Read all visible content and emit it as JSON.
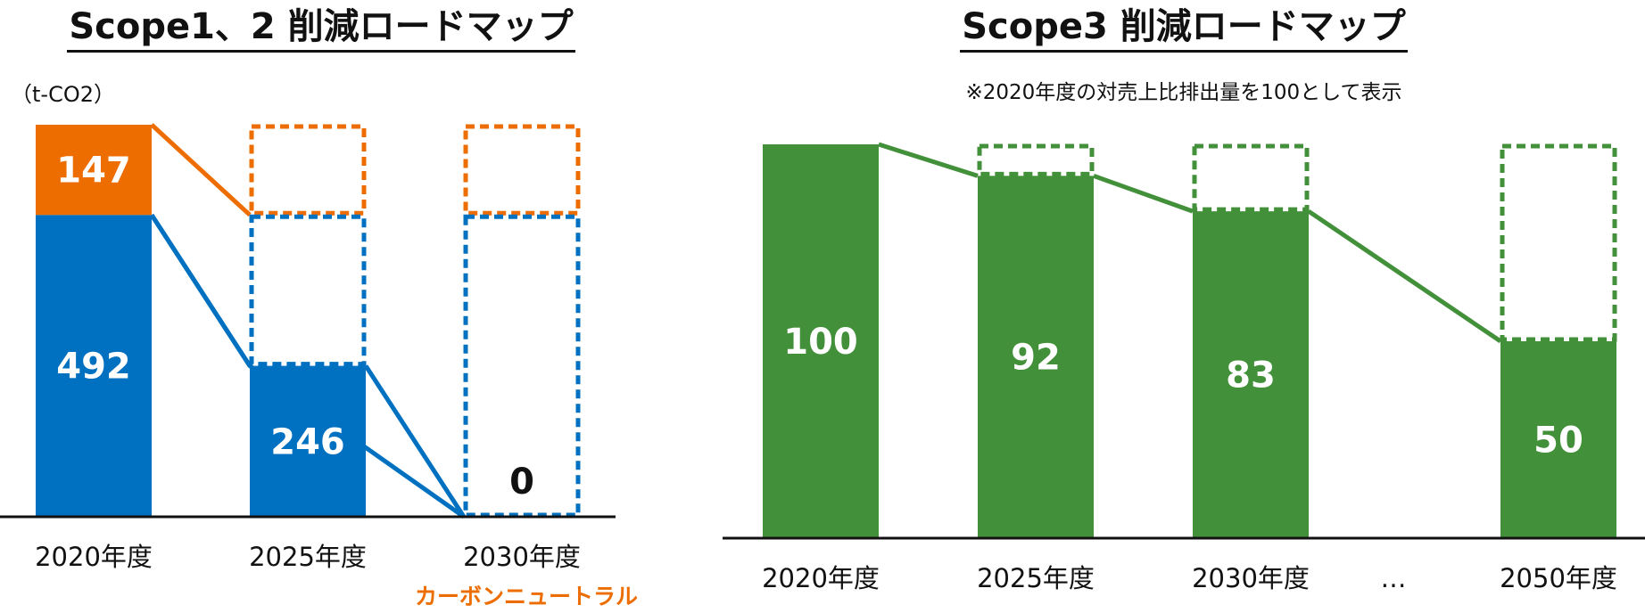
{
  "colors": {
    "scope1": "#ED6D00",
    "scope2": "#0070C0",
    "scope3": "#43903A",
    "axis": "#111111",
    "bar_text_on_fill": "#ffffff",
    "bar_text_on_empty": "#111111"
  },
  "chart_data": [
    {
      "type": "bar",
      "stacked": true,
      "title": "Scope1、2 削減ロードマップ",
      "ylabel": "（t-CO2）",
      "categories": [
        "2020年度",
        "2025年度",
        "2030年度"
      ],
      "ylim": [
        0,
        639
      ],
      "series": [
        {
          "name": "",
          "color_key": "scope2",
          "values": [
            492,
            246,
            0
          ]
        },
        {
          "name": "",
          "color_key": "scope1",
          "values": [
            147,
            0,
            0
          ]
        }
      ],
      "bar_labels": [
        "492",
        "246",
        "0"
      ],
      "scope1_label": "147",
      "annotation": "カーボンニュートラル",
      "annotation_category_index": 2
    },
    {
      "type": "bar",
      "title": "Scope3 削減ロードマップ",
      "note": "※2020年度の対売上比排出量を100として表示",
      "categories": [
        "2020年度",
        "2025年度",
        "2030年度",
        "2050年度"
      ],
      "ellipsis": "…",
      "ylim": [
        0,
        100
      ],
      "series": [
        {
          "name": "",
          "color_key": "scope3",
          "values": [
            100,
            92,
            83,
            50
          ]
        }
      ],
      "bar_labels": [
        "100",
        "92",
        "83",
        "50"
      ]
    }
  ]
}
